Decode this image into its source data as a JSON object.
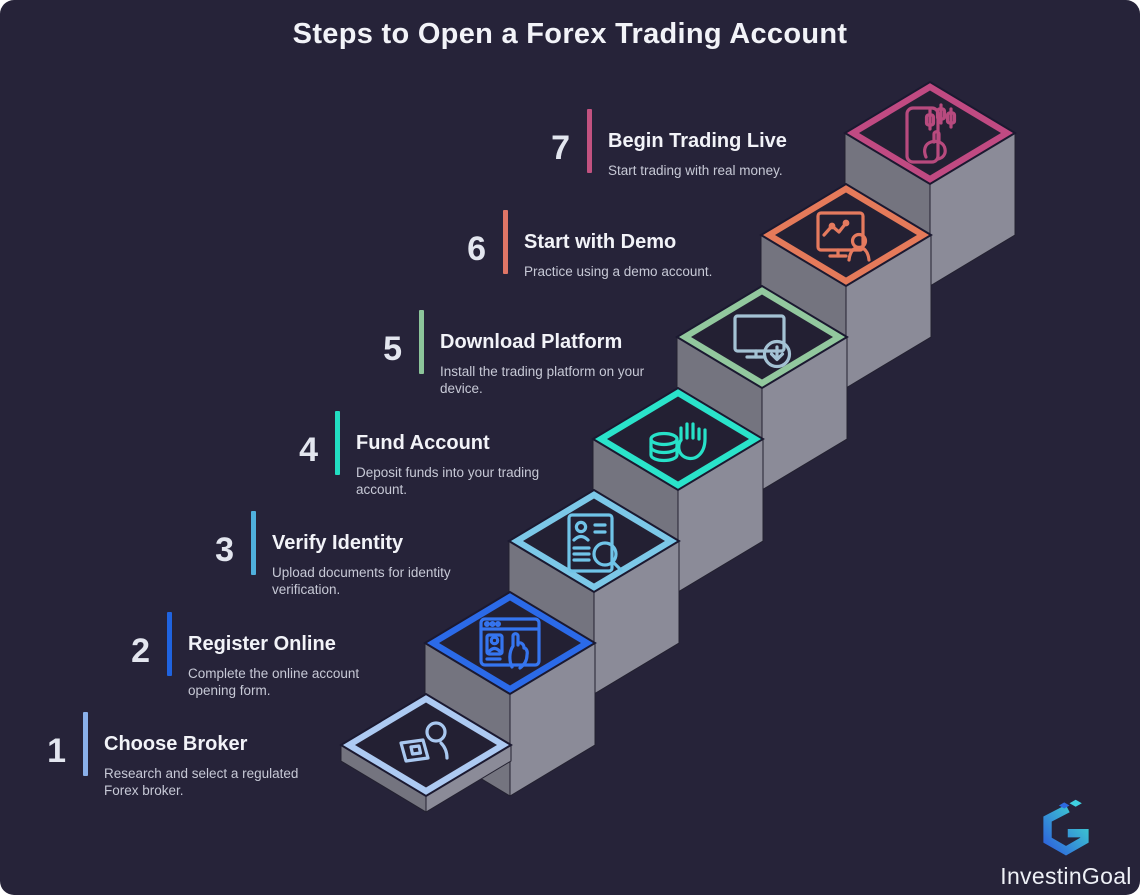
{
  "title": "Steps to Open a Forex Trading Account",
  "brand": {
    "name": "InvestinGoal"
  },
  "steps": [
    {
      "num": "1",
      "title": "Choose Broker",
      "desc": "Research and select a regulated Forex broker.",
      "accent": "#8ab0ea",
      "diamond": "#adcaf2",
      "icon_color": "#a9c8f0",
      "icon": "person-laptop-icon"
    },
    {
      "num": "2",
      "title": "Register Online",
      "desc": "Complete the online account opening form.",
      "accent": "#1f63e0",
      "diamond": "#2b6ae8",
      "icon_color": "#3575f0",
      "icon": "registration-form-icon"
    },
    {
      "num": "3",
      "title": "Verify Identity",
      "desc": "Upload documents for identity verification.",
      "accent": "#4fb0dd",
      "diamond": "#7cc8e8",
      "icon_color": "#70c4e8",
      "icon": "identity-search-icon"
    },
    {
      "num": "4",
      "title": "Fund Account",
      "desc": "Deposit funds into your trading account.",
      "accent": "#22ddc2",
      "diamond": "#2ae3ca",
      "icon_color": "#27e2c9",
      "icon": "hand-coins-icon"
    },
    {
      "num": "5",
      "title": "Download Platform",
      "desc": "Install the trading platform on your device.",
      "accent": "#8cc59a",
      "diamond": "#92c89e",
      "icon_color": "#a4c2d4",
      "icon": "monitor-download-icon"
    },
    {
      "num": "6",
      "title": "Start with Demo",
      "desc": "Practice using a demo account.",
      "accent": "#df7566",
      "diamond": "#e57a5a",
      "icon_color": "#e57a5e",
      "icon": "demo-monitor-icon"
    },
    {
      "num": "7",
      "title": "Begin Trading Live",
      "desc": "Start trading with real money.",
      "accent": "#c25280",
      "diamond": "#c04a82",
      "icon_color": "#b84a7e",
      "icon": "phone-trading-icon"
    }
  ],
  "colors": {
    "background": "#262339",
    "tile": "#232033",
    "face_left": "#74747f",
    "face_right": "#8b8b98",
    "title_text": "#f2f3f8",
    "desc_text": "#c7c9d6",
    "number_text": "#e3e6ef"
  }
}
